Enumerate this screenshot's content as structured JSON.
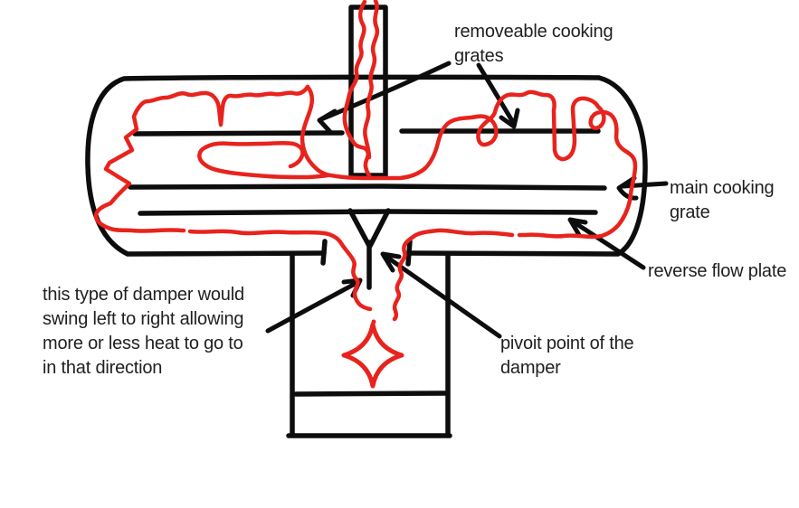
{
  "canvas": {
    "width": "883",
    "height": "562",
    "background": "#ffffff"
  },
  "colors": {
    "ink": "#0d0d0d",
    "flame": "#e8231d",
    "text": "#1f1f1f"
  },
  "labels": {
    "removable_grates": "removeable cooking\ngrates",
    "main_grate": "main cooking\ngrate",
    "reverse_flow_plate": "reverse flow plate",
    "pivot_point": "pivoit point of the\ndamper",
    "damper_note": "this type of damper would\nswing left to right allowing\nmore or less heat to go to\nin that direction"
  }
}
